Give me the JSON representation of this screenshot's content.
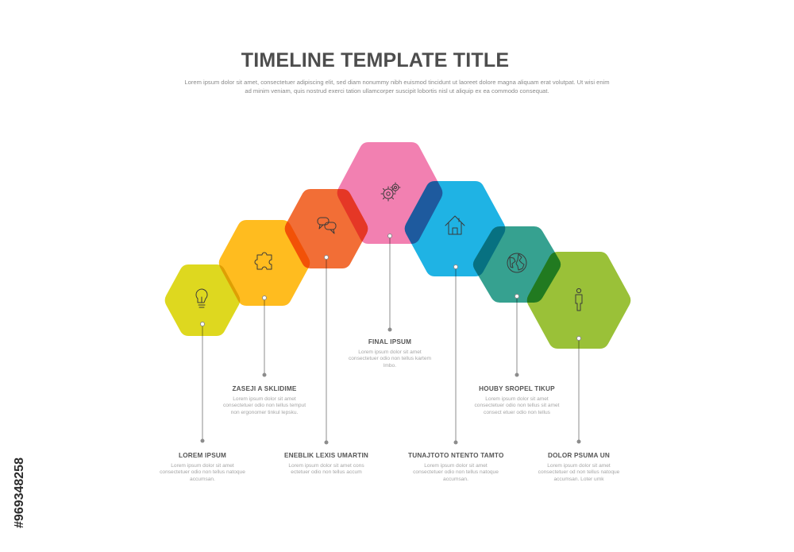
{
  "title": "TIMELINE TEMPLATE TITLE",
  "subtitle": "Lorem ipsum dolor sit amet, consectetuer adipiscing elit, sed diam nonummy nibh euismod tincidunt ut laoreet dolore magna aliquam erat volutpat. Ut wisi enim ad minim veniam, quis nostrud exerci tation ullamcorper suscipit lobortis nisl ut aliquip ex ea commodo consequat.",
  "stock_id": "#969348258",
  "steps": [
    {
      "icon": "lightbulb-icon",
      "color": "#d9d300",
      "heading": "LOREM IPSUM",
      "text": "Lorem ipsum dolor sit amet consectetuer odio non tellus natoque accumsan."
    },
    {
      "icon": "puzzle-icon",
      "color": "#ffb300",
      "heading": "ZASEJI A SKLIDIME",
      "text": "Lorem ipsum dolor sit amet consectetuer odio non tellus temput non ergonomer tinkul lepsku."
    },
    {
      "icon": "speech-bubbles-icon",
      "color": "#f05a1a",
      "heading": "ENEBLIK LEXIS UMARTIN",
      "text": "Lorem ipsum dolor sit amet cons ectetuer odio non tellus accum"
    },
    {
      "icon": "gears-icon",
      "color": "#f06ea6",
      "heading": "FINAL IPSUM",
      "text": "Lorem ipsum dolor sit amet consectetuer odio non tellus kartem lmbo."
    },
    {
      "icon": "house-icon",
      "color": "#00a9e0",
      "heading": "TUNAJTOTO NTENTO TAMTO",
      "text": "Lorem ipsum dolor sit amet consectetuer odio non tellus natoque accumsan."
    },
    {
      "icon": "globe-icon",
      "color": "#1a9481",
      "heading": "HOUBY SROPEL TIKUP",
      "text": "Lorem ipsum dolor sit amet consectetuer odio non tellus sit amet consect etuer odio non tellus"
    },
    {
      "icon": "person-icon",
      "color": "#8cb81d",
      "heading": "DOLOR PSUMA UN",
      "text": "Lorem ipsum dolor sit amet consectetuer od non tellus natoque accumsan. Loter umk"
    }
  ]
}
